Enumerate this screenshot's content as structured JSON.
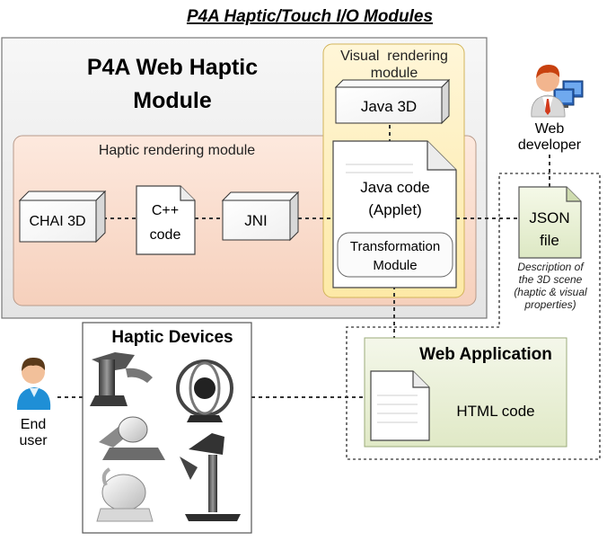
{
  "title": "P4A Haptic/Touch I/O Modules",
  "module": {
    "title_line1": "P4A Web Haptic",
    "title_line2": "Module"
  },
  "visual_module": {
    "label_line1": "Visual  rendering",
    "label_line2": "module",
    "java3d": "Java 3D",
    "java_code_line1": "Java code",
    "java_code_line2": "(Applet)",
    "transformation_line1": "Transformation",
    "transformation_line2": "Module"
  },
  "haptic_module": {
    "label": "Haptic rendering module",
    "chai3d": "CHAI 3D",
    "cpp_line1": "C++",
    "cpp_line2": "code",
    "jni": "JNI"
  },
  "web_developer": {
    "line1": "Web",
    "line2": "developer"
  },
  "json_file": {
    "line1": "JSON",
    "line2": "file",
    "description": [
      "Description of",
      "the 3D scene",
      "(haptic & visual",
      "properties)"
    ]
  },
  "web_application": {
    "title": "Web Application",
    "html_code": "HTML code"
  },
  "haptic_devices": {
    "title": "Haptic Devices"
  },
  "end_user": {
    "line1": "End",
    "line2": "user"
  },
  "colors": {
    "module_bg": "#efefef",
    "haptic_bg": "#fbe0d2",
    "visual_bg": "#fff2c8",
    "json_bg": "#eef5dc",
    "webapp_bg": "#eef3de"
  },
  "icons": [
    "person-icon",
    "computer-icon",
    "document-icon",
    "cube-icon",
    "haptic-device-icon"
  ]
}
